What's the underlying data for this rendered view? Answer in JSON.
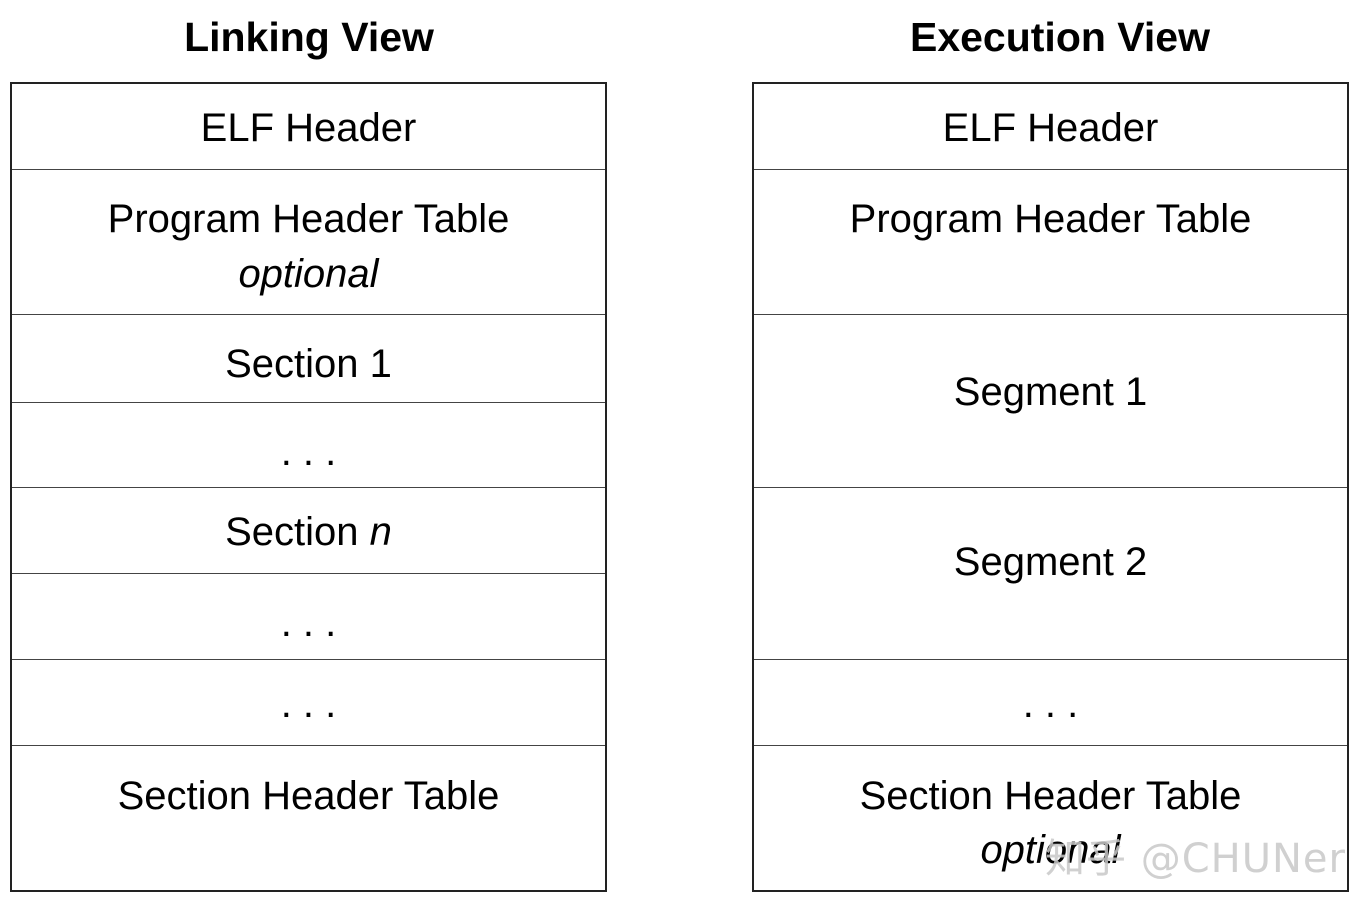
{
  "linking": {
    "title": "Linking View",
    "rows": {
      "elf_header": "ELF Header",
      "program_header_table": "Program Header Table",
      "program_header_optional": "optional",
      "section_1": "Section 1",
      "dots_1": ". . .",
      "section_n_prefix": "Section",
      "section_n_suffix": "n",
      "dots_2": ". . .",
      "dots_3": ". . .",
      "section_header_table": "Section Header Table"
    }
  },
  "execution": {
    "title": "Execution View",
    "rows": {
      "elf_header": "ELF Header",
      "program_header_table": "Program Header Table",
      "segment_1": "Segment 1",
      "segment_2": "Segment 2",
      "dots_1": ". . .",
      "section_header_table": "Section Header Table",
      "section_header_optional": "optional"
    }
  },
  "watermark": "知乎 @CHUNer"
}
